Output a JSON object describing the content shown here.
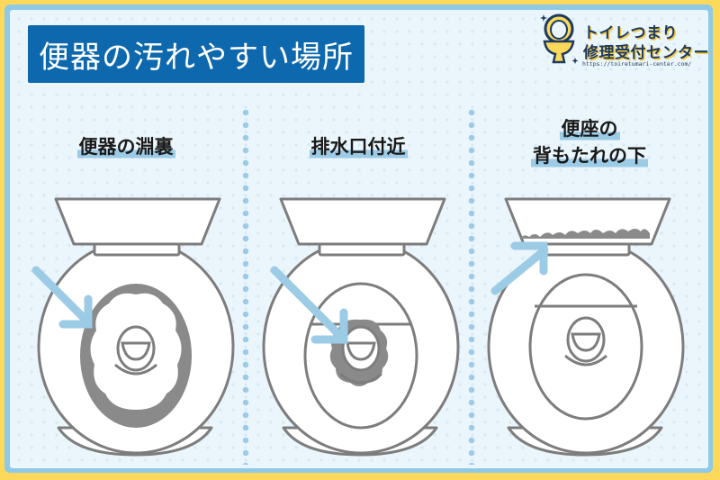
{
  "title": "便器の汚れやすい場所",
  "logo": {
    "line1": "トイレつまり",
    "line2": "修理受付センター",
    "url": "https://toiretumari-center.com/",
    "icon": "toilet-logo-icon"
  },
  "sections": [
    {
      "label_lines": [
        "便器の淵裏"
      ],
      "highlight": "rim-underside",
      "arrow_icon": "arrow-down-right-icon"
    },
    {
      "label_lines": [
        "排水口付近"
      ],
      "highlight": "drain-area",
      "arrow_icon": "arrow-down-right-icon"
    },
    {
      "label_lines": [
        "便座の",
        "背もたれの下"
      ],
      "highlight": "under-seat-back",
      "arrow_icon": "arrow-up-right-icon"
    }
  ],
  "colors": {
    "frame_outer": "#fcd95a",
    "frame_inner": "#8fc9e8",
    "background": "#eaf5fc",
    "title_bg": "#0e68ad",
    "arrow": "#9ccbe6",
    "toilet_stroke": "#7d7d7d",
    "dirt": "#8a8a8a"
  }
}
